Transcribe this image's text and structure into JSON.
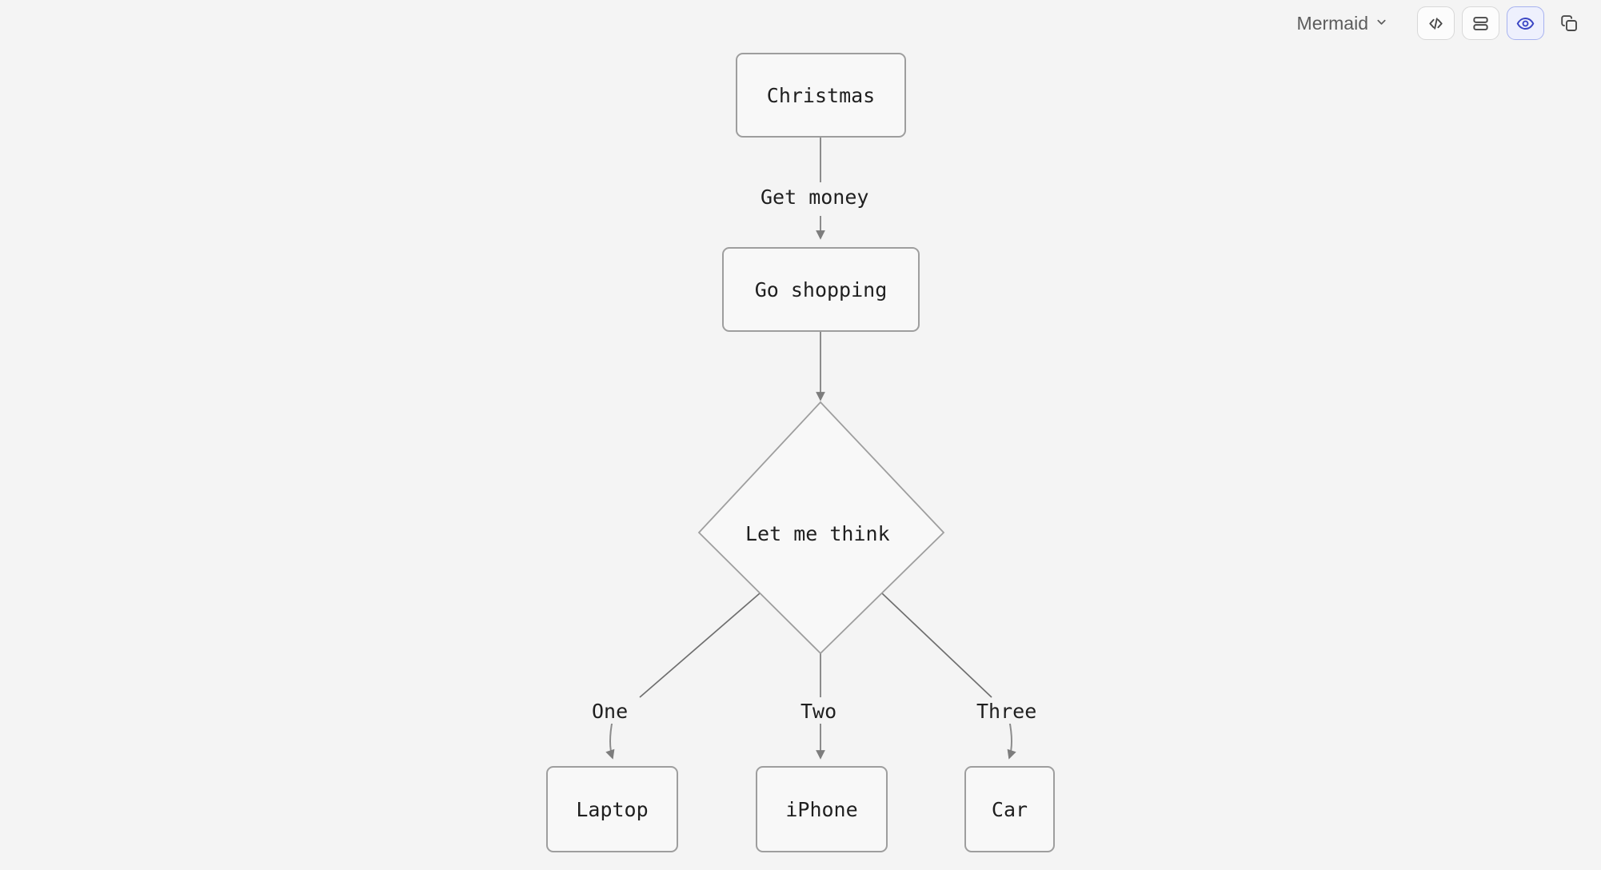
{
  "toolbar": {
    "language_label": "Mermaid",
    "chevron_icon": "chevron-down-icon",
    "buttons": [
      {
        "name": "code-view-button",
        "icon": "code-icon",
        "active": false
      },
      {
        "name": "split-view-button",
        "icon": "split-panels-icon",
        "active": false
      },
      {
        "name": "preview-button",
        "icon": "eye-icon",
        "active": true
      },
      {
        "name": "copy-button",
        "icon": "copy-icon",
        "active": false
      }
    ]
  },
  "diagram": {
    "type": "flowchart",
    "direction": "TD",
    "nodes": [
      {
        "id": "christmas",
        "label": "Christmas",
        "shape": "rounded-rect"
      },
      {
        "id": "go_shopping",
        "label": "Go shopping",
        "shape": "rounded-rect"
      },
      {
        "id": "let_me_think",
        "label": "Let me think",
        "shape": "diamond"
      },
      {
        "id": "laptop",
        "label": "Laptop",
        "shape": "rounded-rect"
      },
      {
        "id": "iphone",
        "label": "iPhone",
        "shape": "rounded-rect"
      },
      {
        "id": "car",
        "label": "Car",
        "shape": "rounded-rect"
      }
    ],
    "edges": [
      {
        "from": "christmas",
        "to": "go_shopping",
        "label": "Get money"
      },
      {
        "from": "go_shopping",
        "to": "let_me_think",
        "label": ""
      },
      {
        "from": "let_me_think",
        "to": "laptop",
        "label": "One"
      },
      {
        "from": "let_me_think",
        "to": "iphone",
        "label": "Two"
      },
      {
        "from": "let_me_think",
        "to": "car",
        "label": "Three"
      }
    ],
    "colors": {
      "background": "#f4f4f4",
      "node_fill": "#f8f8f8",
      "node_stroke": "#9e9e9e",
      "edge_stroke": "#8c8c8c",
      "text": "#1f1f1f",
      "accent": "#3b46c4"
    }
  }
}
